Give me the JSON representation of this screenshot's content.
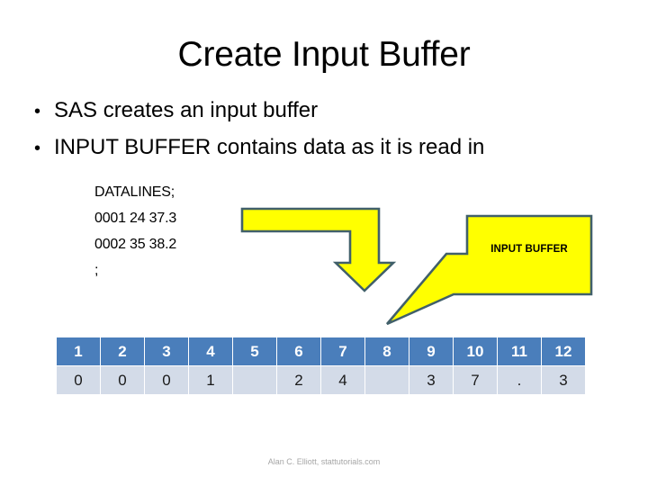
{
  "slide": {
    "title": "Create Input Buffer",
    "footer": "Alan C. Elliott, stattutorials.com"
  },
  "bullets": [
    {
      "marker": "•",
      "text": "SAS creates an input buffer"
    },
    {
      "marker": "•",
      "text": "INPUT BUFFER contains data as it is read in"
    }
  ],
  "code_block": {
    "lines": [
      "DATALINES;",
      "0001 24 37.3",
      "0002 35 38.2",
      ";"
    ]
  },
  "callout": {
    "label": "INPUT BUFFER"
  },
  "buffer_table": {
    "columns": [
      "1",
      "2",
      "3",
      "4",
      "5",
      "6",
      "7",
      "8",
      "9",
      "10",
      "11",
      "12"
    ],
    "values": [
      "0",
      "0",
      "0",
      "1",
      "",
      "2",
      "4",
      "",
      "3",
      "7",
      ".",
      "3"
    ]
  },
  "colors": {
    "header_blue": "#4a7ebb",
    "cell_blue": "#d3dbe8",
    "callout_yellow": "#ffff00",
    "shape_outline": "#41606a",
    "footer_gray": "#a6a6a6"
  },
  "icons": {
    "bent_arrow": "bent-arrow-down-icon",
    "callout_pointer": "callout-pointer-icon"
  }
}
